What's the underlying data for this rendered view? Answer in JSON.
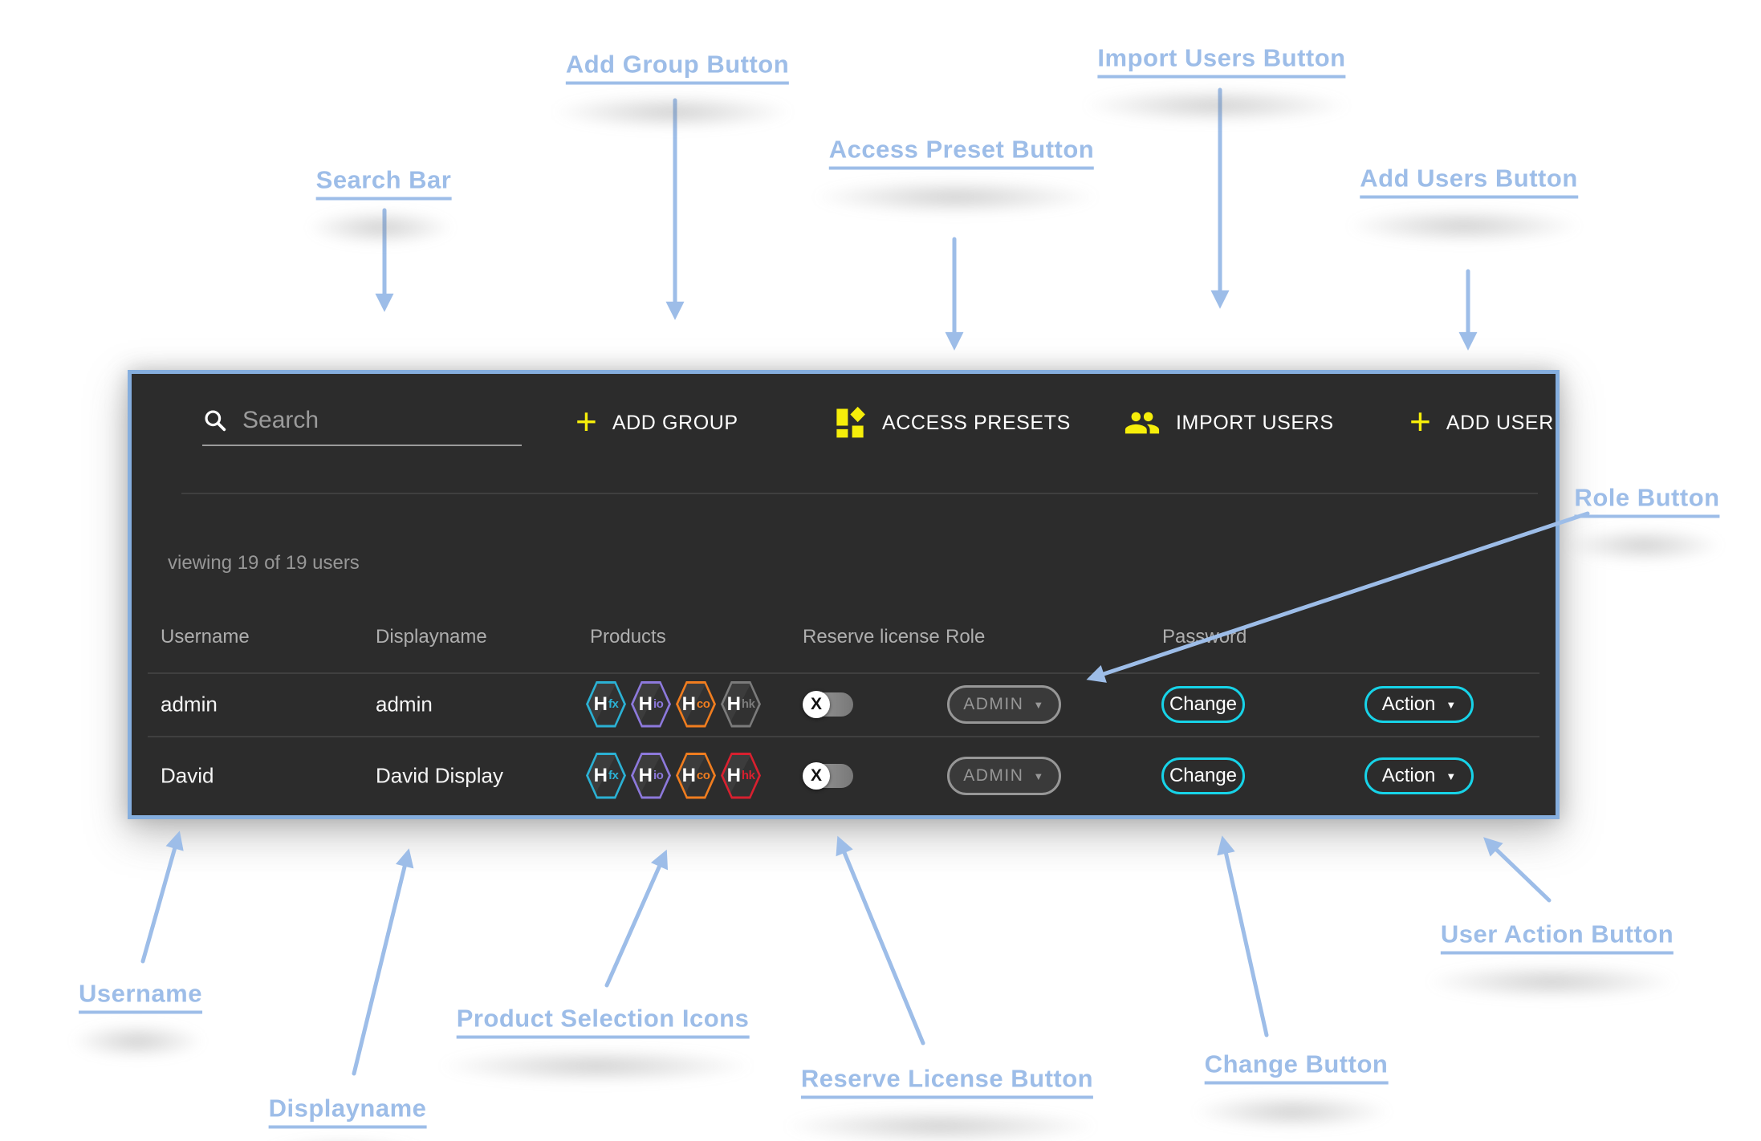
{
  "annotations": {
    "color": "#9dbde8",
    "items": [
      {
        "id": "search-bar",
        "text": "Search Bar"
      },
      {
        "id": "add-group",
        "text": "Add Group Button"
      },
      {
        "id": "access-presets",
        "text": "Access Preset Button"
      },
      {
        "id": "import-users",
        "text": "Import Users Button"
      },
      {
        "id": "add-users",
        "text": "Add Users Button"
      },
      {
        "id": "role",
        "text": "Role Button"
      },
      {
        "id": "username",
        "text": "Username"
      },
      {
        "id": "displayname",
        "text": "Displayname"
      },
      {
        "id": "products",
        "text": "Product Selection Icons"
      },
      {
        "id": "reserve",
        "text": "Reserve License Button"
      },
      {
        "id": "change",
        "text": "Change Button"
      },
      {
        "id": "action",
        "text": "User Action Button"
      }
    ]
  },
  "panel": {
    "background": "#2c2c2c",
    "border_color": "#85aede",
    "accent_yellow": "#f6ee0a",
    "accent_cyan": "#17d3e8",
    "toolbar": {
      "search": {
        "placeholder": "Search",
        "icon": "magnifier"
      },
      "add_group": {
        "label": "ADD GROUP",
        "icon": "plus"
      },
      "access_presets": {
        "label": "ACCESS PRESETS",
        "icon": "presets-grid"
      },
      "import_users": {
        "label": "IMPORT USERS",
        "icon": "people"
      },
      "add_user": {
        "label": "ADD USER",
        "icon": "plus"
      }
    },
    "status_text": "viewing 19 of 19 users",
    "table": {
      "headers": {
        "username": "Username",
        "displayname": "Displayname",
        "products": "Products",
        "reserve": "Reserve license",
        "role": "Role",
        "password": "Password"
      },
      "rows": [
        {
          "username": "admin",
          "displayname": "admin",
          "products": [
            {
              "name": "Hfx",
              "letter": "H",
              "suffix": "fx",
              "color": "#2bb1d4",
              "enabled": true
            },
            {
              "name": "Hio",
              "letter": "H",
              "suffix": "io",
              "color": "#8d79dc",
              "enabled": true
            },
            {
              "name": "Hco",
              "letter": "H",
              "suffix": "co",
              "color": "#f07d1f",
              "enabled": true
            },
            {
              "name": "Hhk",
              "letter": "H",
              "suffix": "hk",
              "color": "#7b7b7b",
              "enabled": false
            }
          ],
          "reserve_license": {
            "state": "off",
            "knob_glyph": "X"
          },
          "role": "ADMIN",
          "password_button": "Change",
          "action_button": "Action"
        },
        {
          "username": "David",
          "displayname": "David Display",
          "products": [
            {
              "name": "Hfx",
              "letter": "H",
              "suffix": "fx",
              "color": "#2bb1d4",
              "enabled": true
            },
            {
              "name": "Hio",
              "letter": "H",
              "suffix": "io",
              "color": "#8d79dc",
              "enabled": true
            },
            {
              "name": "Hco",
              "letter": "H",
              "suffix": "co",
              "color": "#f07d1f",
              "enabled": true
            },
            {
              "name": "Hhk",
              "letter": "H",
              "suffix": "hk",
              "color": "#d8202f",
              "enabled": true
            }
          ],
          "reserve_license": {
            "state": "off",
            "knob_glyph": "X"
          },
          "role": "ADMIN",
          "password_button": "Change",
          "action_button": "Action"
        }
      ]
    }
  }
}
